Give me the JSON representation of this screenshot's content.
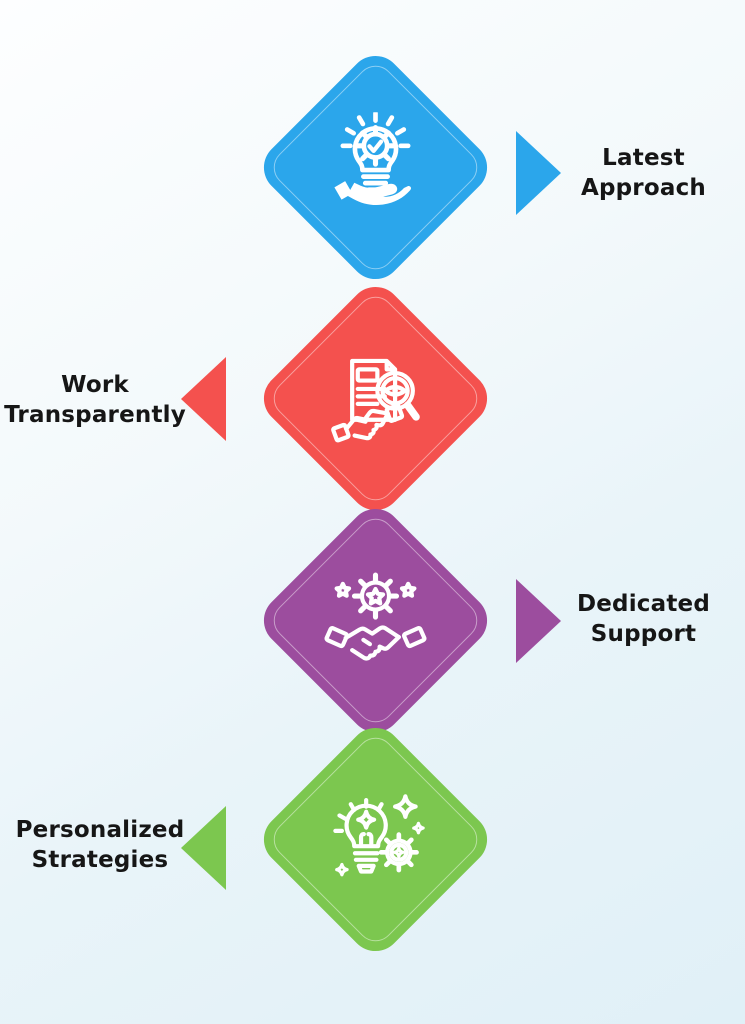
{
  "background": {
    "top_left_color": "#FDFEFF",
    "bottom_color": "#E0F0F7"
  },
  "text_color": "#161616",
  "icon_color": "#FFFFFF",
  "items": [
    {
      "label": "Latest Approach",
      "color": "#2BA6EB",
      "side": "right",
      "icon": "hand-holding-idea-bulb"
    },
    {
      "label": "Work Transparently",
      "color": "#F4514E",
      "side": "left",
      "icon": "document-magnifier-eye-handshake"
    },
    {
      "label": "Dedicated Support",
      "color": "#9C4D9E",
      "side": "right",
      "icon": "gear-star-handshake"
    },
    {
      "label": "Personalized Strategies",
      "color": "#7CC74F",
      "side": "left",
      "icon": "bulb-sparkle-gear"
    }
  ]
}
